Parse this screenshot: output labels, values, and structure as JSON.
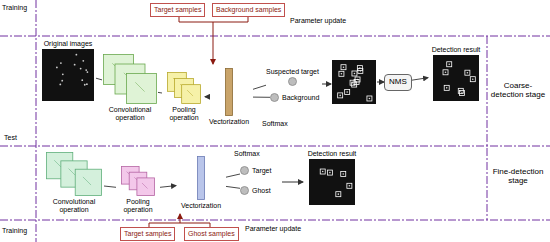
{
  "diagram": {
    "nodes": [
      {
        "text": [
          "Target samples"
        ]
      },
      {
        "text": [
          "Background samples"
        ]
      },
      {
        "text": [
          "Original images"
        ]
      },
      {
        "text": [
          "Convolutional operation"
        ]
      },
      {
        "text": [
          "Pooling operation"
        ]
      },
      {
        "text": [
          "Vectorization"
        ]
      },
      {
        "text": [
          "Suspected target"
        ]
      },
      {
        "text": [
          "Background"
        ]
      },
      {
        "text": [
          "NMS"
        ]
      },
      {
        "text": [
          "Detection result"
        ]
      },
      {
        "text": [
          "Convolutional operation"
        ]
      },
      {
        "text": [
          "Pooling operation"
        ]
      },
      {
        "text": [
          "Vectorization"
        ]
      },
      {
        "text": [
          "Target"
        ]
      },
      {
        "text": [
          "Ghost"
        ]
      },
      {
        "text": [
          "Detection result"
        ]
      },
      {
        "text": [
          "Target samples"
        ]
      },
      {
        "text": [
          "Ghost samples"
        ]
      }
    ],
    "edges": [
      {
        "from": 2,
        "to": 3,
        "arrow": "none"
      },
      {
        "from": 3,
        "to": 4,
        "arrow": "none"
      },
      {
        "from": 4,
        "to": 5,
        "arrow": "to"
      },
      {
        "from": 5,
        "to": 6,
        "arrow": "none"
      },
      {
        "from": 5,
        "to": 7,
        "arrow": "none"
      },
      {
        "from": 8,
        "to": 9,
        "arrow": "to"
      },
      {
        "from": 10,
        "to": 11,
        "arrow": "none"
      },
      {
        "from": 11,
        "to": 12,
        "arrow": "to"
      },
      {
        "from": 12,
        "to": 13,
        "arrow": "none"
      },
      {
        "from": 12,
        "to": 14,
        "arrow": "none"
      }
    ],
    "labels": [
      "Training",
      "Parameter update",
      "Test",
      "Softmax",
      "Coarse-detection stage",
      "Softmax",
      "Fine-detection stage",
      "Training",
      "Parameter update"
    ]
  }
}
